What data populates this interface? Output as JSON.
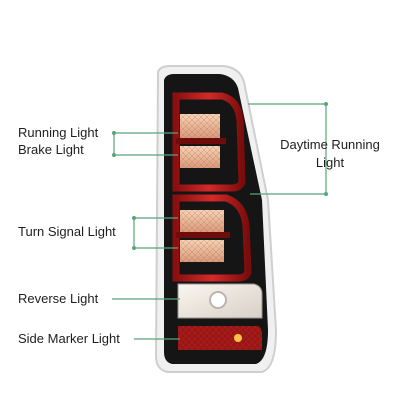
{
  "labels": {
    "running_light": "Running Light",
    "brake_light": "Brake Light",
    "turn_signal": "Turn Signal Light",
    "reverse_light": "Reverse Light",
    "side_marker": "Side Marker Light",
    "daytime_line1": "Daytime Running",
    "daytime_line2": "Light"
  },
  "colors": {
    "callout_line": "#5aa47a",
    "housing": "#1a1a1a",
    "red_lens": "#c41e1e",
    "red_dark": "#7a0e0e",
    "amber_glow": "#f2c9a8",
    "clear_lens": "#f4eee8",
    "trim": "#e6e6e6"
  }
}
